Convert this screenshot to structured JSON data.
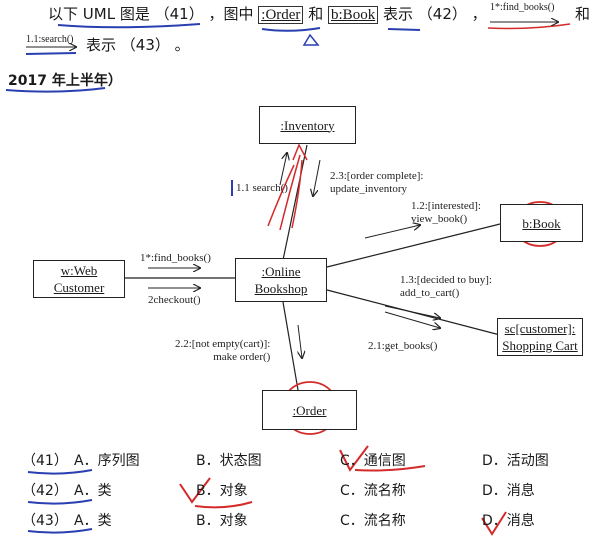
{
  "question": {
    "prefix": "以下 UML 图是",
    "blank41": "（41）",
    "sep1": "，图中",
    "order_label": ":Order",
    "and1": "和",
    "book_label": "b:Book",
    "show1": "表示",
    "blank42": "（42）",
    "comma": "，",
    "find_books_arrow": "1*:find_books()",
    "and2": "和",
    "search_arrow": "1.1:search()",
    "show2": "表示",
    "blank43": "（43）",
    "period": "。"
  },
  "year": "2017 年上半年）",
  "diagram": {
    "objects": {
      "inventory": ":Inventory",
      "book": "b:Book",
      "web_customer_line1": "w:Web",
      "web_customer_line2": "Customer",
      "bookshop_line1": ":Online",
      "bookshop_line2": "Bookshop",
      "cart_line1": "sc[customer]:",
      "cart_line2": "Shopping Cart",
      "order": ":Order"
    },
    "messages": {
      "search": "1.1 search()",
      "order_complete_1": "2.3:[order complete]:",
      "order_complete_2": "update_inventory",
      "interested_1": "1.2:[interested]:",
      "interested_2": "view_book()",
      "find_books": "1*:find_books()",
      "checkout": "2checkout()",
      "decided_1": "1.3:[decided to buy]:",
      "decided_2": "add_to_cart()",
      "not_empty_1": "2.2:[not empty(cart)]:",
      "not_empty_2": "make order()",
      "get_books": "2.1:get_books()"
    }
  },
  "options": [
    {
      "num": "（41）",
      "a": "A．序列图",
      "b": "B．状态图",
      "c": "C．通信图",
      "d": "D．活动图"
    },
    {
      "num": "（42）",
      "a": "A．类",
      "b": "B．对象",
      "c": "C．流名称",
      "d": "D．消息"
    },
    {
      "num": "（43）",
      "a": "A．类",
      "b": "B．对象",
      "c": "C．流名称",
      "d": "D．消息"
    }
  ],
  "colors": {
    "ink_red": "#d42a2a",
    "ink_blue": "#2a3fb0"
  }
}
